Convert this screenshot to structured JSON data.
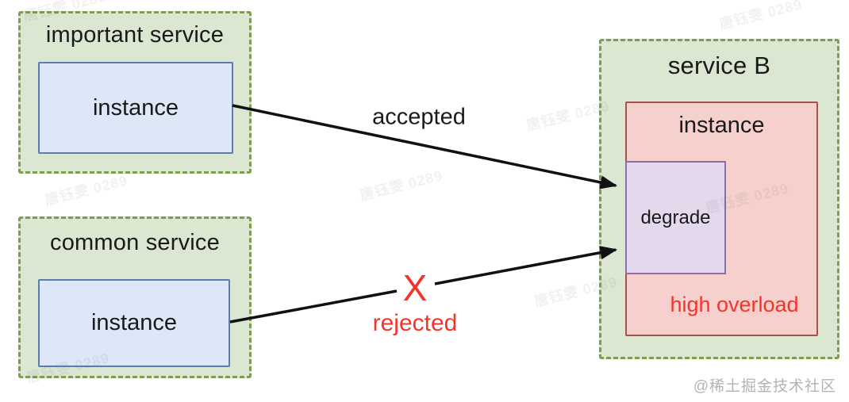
{
  "nodes": {
    "important_service": {
      "title": "important service",
      "instance_label": "instance"
    },
    "common_service": {
      "title": "common service",
      "instance_label": "instance"
    },
    "service_b": {
      "title": "service B",
      "instance_label": "instance",
      "degrade_label": "degrade",
      "overload_label": "high overload"
    }
  },
  "edges": {
    "accepted": {
      "label": "accepted"
    },
    "rejected": {
      "label": "rejected",
      "reject_mark": "X"
    }
  },
  "watermarks": {
    "tile_text": "唐钰雯 0289",
    "credit_text": "@稀土掘金技术社区"
  },
  "colors": {
    "service_fill": "#dbe7d1",
    "service_border": "#7e9d53",
    "instance_fill": "#dee7f7",
    "instance_border": "#5a7cb4",
    "overload_fill": "#f6d0cc",
    "overload_border": "#a6514b",
    "degrade_fill": "#e3d8ec",
    "degrade_border": "#8d6cab",
    "reject_red": "#f2352b",
    "arrow": "#111111",
    "credit_gray": "#b3b3b3"
  }
}
